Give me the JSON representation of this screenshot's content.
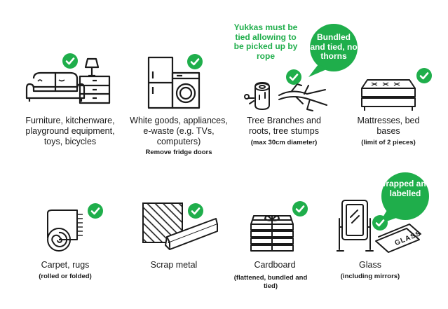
{
  "colors": {
    "accent": "#1fae4b",
    "ink": "#1a1a1a",
    "white": "#ffffff"
  },
  "items": [
    {
      "title": "Furniture, kitchenware, playground equipment, toys, bicycles",
      "note": "",
      "icon": "sofa-and-drawers-icon"
    },
    {
      "title": "White goods, appliances, e-waste (e.g. TVs, computers)",
      "note": "Remove fridge doors",
      "icon": "fridge-and-washer-icon"
    },
    {
      "title": "Tree Branches and roots, tree stumps",
      "note": "(max 30cm diameter)",
      "icon": "branches-and-stump-icon"
    },
    {
      "title": "Mattresses, bed bases",
      "note": "(limit of 2 pieces)",
      "icon": "mattress-icon"
    },
    {
      "title": "Carpet, rugs",
      "note": "(rolled or folded)",
      "icon": "rolled-rug-icon"
    },
    {
      "title": "Scrap metal",
      "note": "",
      "icon": "scrap-metal-icon"
    },
    {
      "title": "Cardboard",
      "note": "(flattened, bundled and tied)",
      "icon": "cardboard-bundle-icon"
    },
    {
      "title": "Glass",
      "note": "(including mirrors)",
      "icon": "mirror-and-glass-icon"
    }
  ],
  "callouts": {
    "yukkas": "Yukkas must be tied allowing to be picked up by rope",
    "bundled": "Bundled and tied, no thorns",
    "wrapped": "wrapped and labelled",
    "glass_word": "GLASS"
  }
}
